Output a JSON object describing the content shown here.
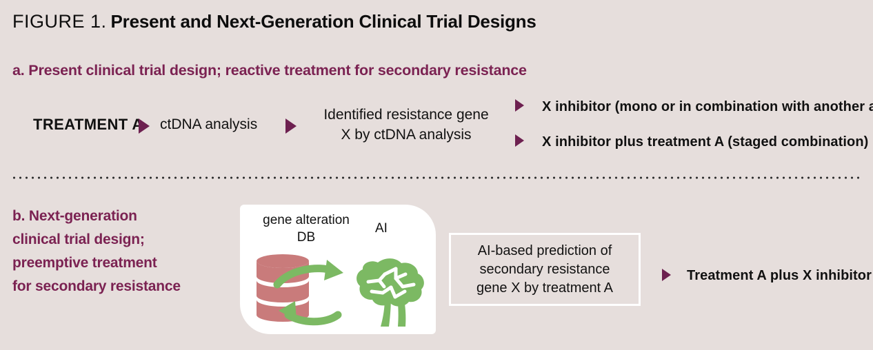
{
  "figure": {
    "label": "FIGURE 1.",
    "title": "Present and Next-Generation Clinical Trial Designs",
    "background_color": "#e6dedc",
    "accent_color": "#7b2252",
    "arrow_color": "#6d2050"
  },
  "section_a": {
    "heading": "a. Present clinical trial design; reactive treatment for secondary resistance",
    "steps": [
      {
        "text": "TREATMENT A"
      },
      {
        "text": "ctDNA analysis"
      },
      {
        "text": "Identified resistance gene X by ctDNA analysis",
        "line1": "Identified resistance gene",
        "line2": "X by ctDNA analysis"
      }
    ],
    "outcomes": [
      "X inhibitor (mono or in combination with another agent)",
      "X inhibitor plus treatment A (staged combination)"
    ]
  },
  "section_b": {
    "heading_lines": [
      "b. Next-generation",
      "clinical trial design;",
      "preemptive treatment",
      "for secondary resistance"
    ],
    "illustration": {
      "db_label_line1": "gene alteration",
      "db_label_line2": "DB",
      "ai_label": "AI",
      "db_color": "#c97b7b",
      "brain_color": "#7cb963",
      "arrow_color": "#7cb963",
      "panel_color": "#ffffff"
    },
    "prediction_box": {
      "line1": "AI-based prediction of",
      "line2": "secondary resistance",
      "line3": "gene X by treatment A",
      "border_color": "#ffffff"
    },
    "outcome": "Treatment A plus X inhibitor"
  }
}
